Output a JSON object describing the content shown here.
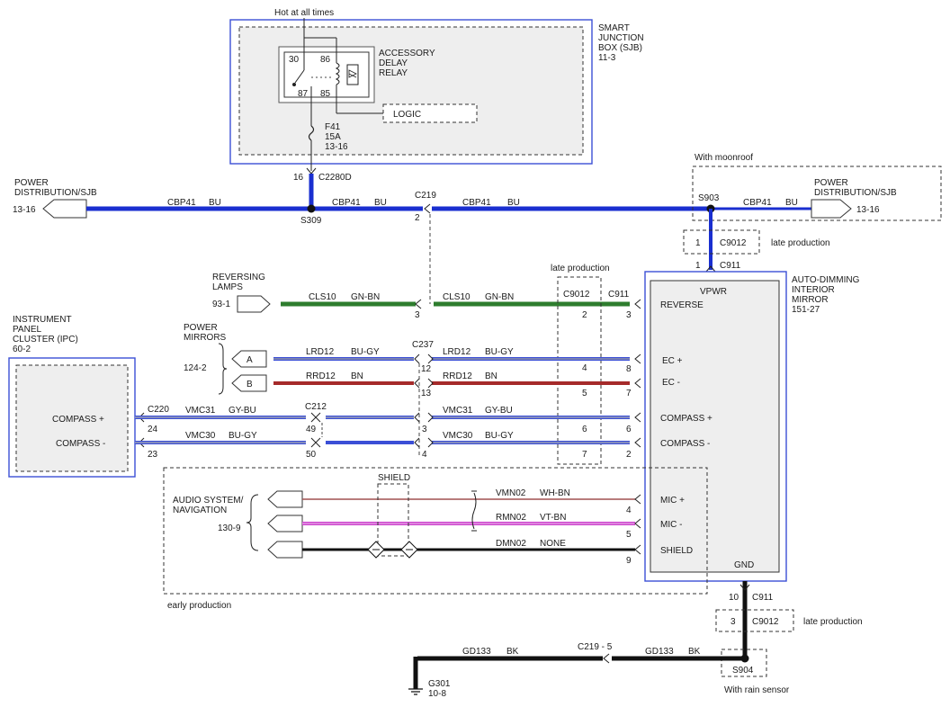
{
  "sjb": {
    "hot": "Hot at all times",
    "title": [
      "SMART",
      "JUNCTION",
      "BOX (SJB)",
      "11-3"
    ],
    "relay": [
      "ACCESSORY",
      "DELAY",
      "RELAY"
    ],
    "pins": [
      "30",
      "86",
      "87",
      "85"
    ],
    "logic": "LOGIC",
    "fuse": [
      "F41",
      "15A",
      "13-16"
    ],
    "pin16": "16",
    "c2280d": "C2280D"
  },
  "pd_left": {
    "label": "POWER\nDISTRIBUTION/SJB",
    "ref": "13-16"
  },
  "pd_right": {
    "label": "POWER\nDISTRIBUTION/SJB",
    "ref": "13-16",
    "moonroof": "With moonroof"
  },
  "splices": {
    "s309": "S309",
    "s903": "S903",
    "s904": "S904",
    "rain": "With rain sensor"
  },
  "top_wire": {
    "seg1": [
      "CBP41",
      "BU"
    ],
    "seg2": [
      "CBP41",
      "BU"
    ],
    "seg3": [
      "CBP41",
      "BU"
    ],
    "seg4": [
      "CBP41",
      "BU"
    ],
    "c219": "C219",
    "c219_pin": "2"
  },
  "c9012_top": {
    "pin": "1",
    "name": "C9012",
    "note": "late production"
  },
  "c911_top": {
    "pin": "1",
    "name": "C911"
  },
  "reversing": {
    "label": "REVERSING\nLAMPS",
    "ref": "93-1",
    "w1": [
      "CLS10",
      "GN-BN"
    ],
    "w2": [
      "CLS10",
      "GN-BN"
    ],
    "pin3": "3"
  },
  "late_box": {
    "label": "late production",
    "c9012": "C9012",
    "c911": "C911",
    "pins": [
      "2",
      "4",
      "5",
      "6",
      "7"
    ]
  },
  "mirrors": {
    "label": "POWER\nMIRRORS",
    "ref": "124-2",
    "a": "A",
    "b": "B",
    "c237": "C237",
    "w1": [
      "LRD12",
      "BU-GY",
      "LRD12",
      "BU-GY"
    ],
    "w2": [
      "RRD12",
      "BN",
      "RRD12",
      "BN"
    ],
    "pins": [
      "12",
      "13"
    ]
  },
  "ipc": {
    "label": "INSTRUMENT\nPANEL\nCLUSTER (IPC)\n60-2",
    "compass_plus": "COMPASS +",
    "compass_minus": "COMPASS -",
    "c220": "C220",
    "pins": [
      "24",
      "23"
    ]
  },
  "compass": {
    "c212": "C212",
    "w1": [
      "VMC31",
      "GY-BU",
      "VMC31",
      "GY-BU"
    ],
    "w2": [
      "VMC30",
      "BU-GY",
      "VMC30",
      "BU-GY"
    ],
    "c212_pins": [
      "49",
      "50"
    ],
    "mid_pins": [
      "3",
      "4"
    ]
  },
  "mirror_unit": {
    "title": "AUTO-DIMMING\nINTERIOR\nMIRROR\n151-27",
    "vpwr": "VPWR",
    "reverse": "REVERSE",
    "ec_plus": "EC +",
    "ec_minus": "EC -",
    "comp_plus": "COMPASS +",
    "comp_minus": "COMPASS -",
    "mic_plus": "MIC +",
    "mic_minus": "MIC -",
    "shield": "SHIELD",
    "gnd": "GND",
    "pins": [
      "3",
      "8",
      "7",
      "6",
      "2",
      "4",
      "5",
      "9"
    ]
  },
  "audio": {
    "label": "AUDIO SYSTEM/\nNAVIGATION",
    "ref": "130-9",
    "shield": "SHIELD",
    "w1": [
      "VMN02",
      "WH-BN"
    ],
    "w2": [
      "RMN02",
      "VT-BN"
    ],
    "w3": [
      "DMN02",
      "NONE"
    ],
    "early": "early production"
  },
  "ground": {
    "c911_pin": "10",
    "c911": "C911",
    "c9012_pin": "3",
    "c9012": "C9012",
    "late": "late production",
    "w1": [
      "GD133",
      "BK"
    ],
    "w2": [
      "GD133",
      "BK"
    ],
    "c219": "C219",
    "c219_pin": "5",
    "g301": "G301",
    "g301_ref": "10-8"
  },
  "colors": {
    "blue": "#1a2fd0",
    "green": "#2e7d2e",
    "brown": "#a52a2a",
    "violet": "#cc44cc",
    "black": "#111111",
    "frame": "#3b4fd6"
  }
}
